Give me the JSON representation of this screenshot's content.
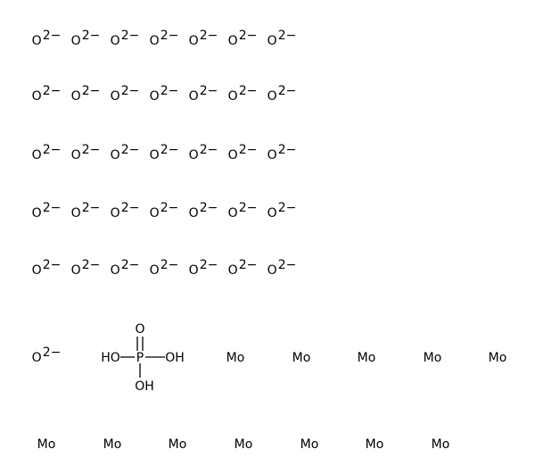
{
  "oxide": {
    "element": "O",
    "charge": "2−"
  },
  "oxide_count": 36,
  "phosphoric_acid": {
    "phosphorus": "P",
    "oxo": "O",
    "hydroxyl_left": "HO",
    "hydroxyl_right": "OH",
    "hydroxyl_bottom": "OH"
  },
  "molybdenum": {
    "element": "Mo"
  },
  "molybdenum_count": 12
}
